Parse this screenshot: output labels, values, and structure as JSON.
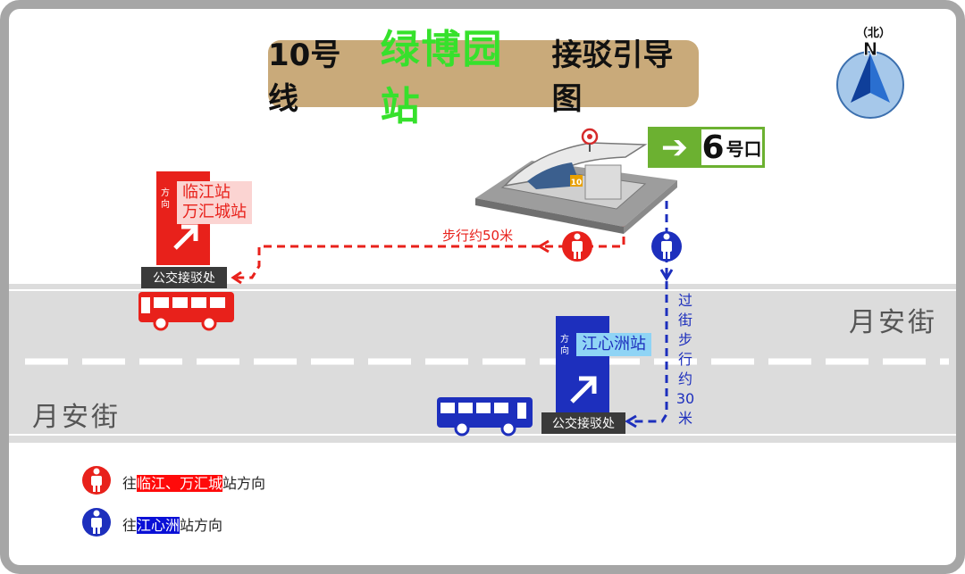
{
  "title": {
    "part1": "10号线",
    "part2": "绿博园站",
    "part3": "接驳引导图"
  },
  "compass": {
    "north_label": "（北）",
    "letter": "N",
    "icon": "compass-north-icon"
  },
  "station": {
    "icon": "metro-station-building-icon",
    "line_number": "10"
  },
  "exit": {
    "arrow": "➔",
    "number": "6",
    "suffix": "号口",
    "color": "#6cb131"
  },
  "walk_distance_red": "步行约50米",
  "walk_distance_blue": "过街步行约30米",
  "streets": {
    "top": "月安街",
    "bottom": "月安街"
  },
  "stops": {
    "red": {
      "label": "公交接驳处",
      "direction": "方向",
      "destinations": [
        "临江站",
        "万汇城站"
      ],
      "color": "#e8211b"
    },
    "blue": {
      "label": "公交接驳处",
      "direction": "方向",
      "destinations": [
        "江心洲站"
      ],
      "color": "#1d2fbd"
    }
  },
  "legend": {
    "red": {
      "prefix": "往",
      "highlight": "临江、万汇城",
      "suffix": "站方向"
    },
    "blue": {
      "prefix": "往",
      "highlight": "江心洲",
      "suffix": "站方向"
    }
  }
}
